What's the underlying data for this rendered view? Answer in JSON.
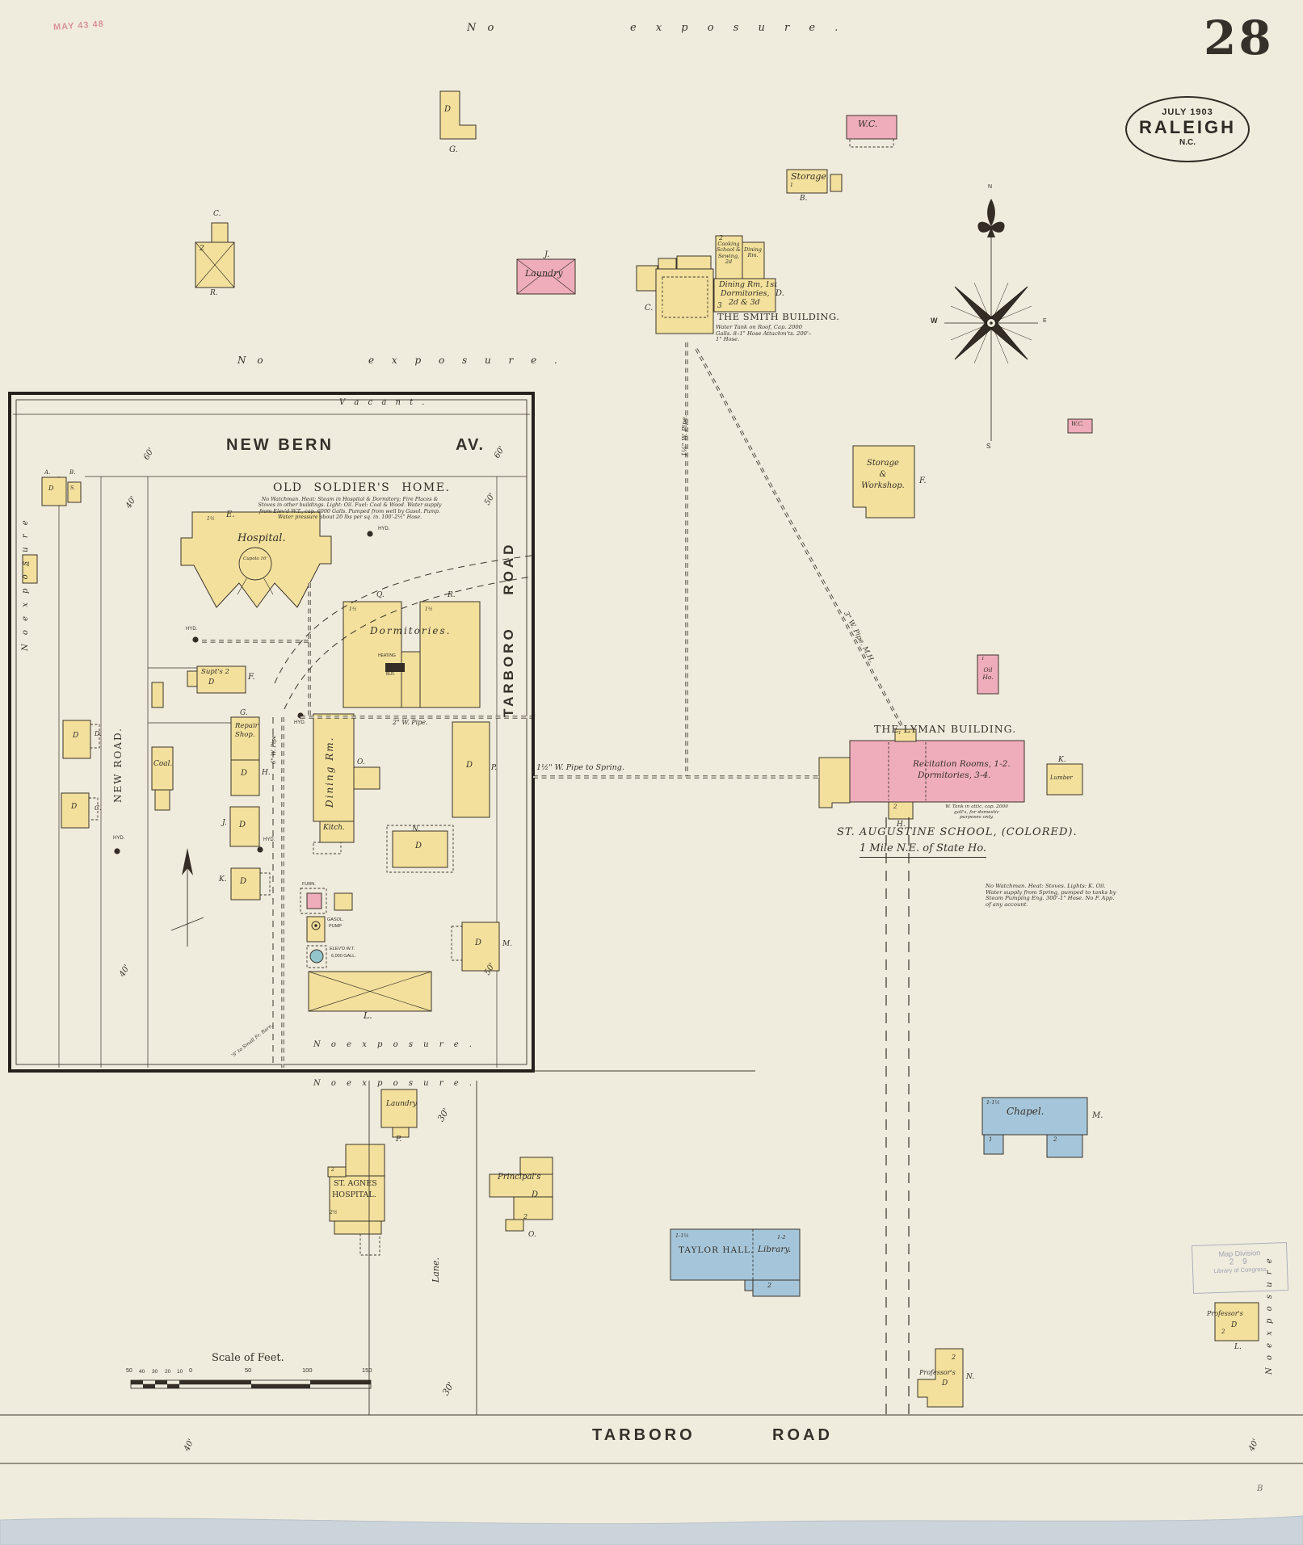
{
  "page": {
    "number": "28",
    "no1": "N o",
    "exposure1": "e x p o s u r e .",
    "no2": "N o",
    "exposure2": "e x p o s u r e .",
    "red_stamp": "MAY 43 48",
    "corner_mark": "B"
  },
  "date_stamp": {
    "line1": "JULY 1903",
    "line2": "RALEIGH",
    "line3": "N.C."
  },
  "library_stamp": {
    "line1": "Map Division",
    "line2": "2 9",
    "line3": "Library of Congress"
  },
  "compass": {
    "n": "N",
    "s": "S",
    "e": "E",
    "w": "W"
  },
  "top": {
    "d": "D",
    "g": "G.",
    "tower_c": "C.",
    "tower_2": "2",
    "tower_r": "R.",
    "wc": "W.C.",
    "storage": "Storage",
    "storage_b": "B.",
    "one": "1",
    "laundry": "Laundry",
    "laundry_j": "J."
  },
  "smith": {
    "two": "2",
    "cooking": "Cooking School & Sewing, 2d",
    "dining": "Dining Rm.",
    "main1": "Dining Rm, 1st",
    "main2": "Dormitories,",
    "main3": "2d & 3d",
    "three": "3",
    "d": "D.",
    "c": "C.",
    "title": "THE SMITH BUILDING.",
    "note": "Water Tank on Roof, Cap. 2000 Galls. 8–1\" Hose Attachm'ts. 200'–1\" Hose."
  },
  "mid": {
    "sw1": "Storage",
    "sw2": "&",
    "sw3": "Workshop.",
    "sw_f": "F.",
    "wc2": "W.C.",
    "oil_one": "1",
    "oil": "Oil Ho.",
    "k": "K.",
    "lumber": "Lumber"
  },
  "lyman": {
    "title": "THE LYMAN BUILDING.",
    "rooms1": "Recitation Rooms, 1-2.",
    "rooms2": "Dormitories, 3-4.",
    "two": "2",
    "h": "H.",
    "one": "1",
    "tank_note": "W. Tank in attic, cap. 2000 gall's, for domestic purposes only."
  },
  "staug": {
    "title": "ST. AUGUSTINE SCHOOL, (COLORED).",
    "subtitle": "1 Mile N.E. of State Ho.",
    "note": "No Watchman. Heat: Stoves. Lights: K. Oil. Water supply from Spring, pumped to tanks by Steam Pumping Eng. 300'-1\" Hose. No F. App. of any account."
  },
  "pipes": {
    "spring": "1½\" W. Pipe to Spring.",
    "three_w": "3\" W. Pipe. M.H.",
    "one_half": "1½\" W. Pipe.",
    "two_w": "2\" W. Pipe.",
    "six_w": "6\" W. Pipe"
  },
  "chapel": {
    "name": "Chapel.",
    "m": "M.",
    "stories": "1-1½",
    "a1": "1",
    "a2": "2"
  },
  "taylor": {
    "name": "TAYLOR HALL.",
    "library": "Library.",
    "st1": "1-1½",
    "st2": "1-2",
    "annex": "2"
  },
  "professors": {
    "name": "Professor's",
    "d": "D",
    "n": "N.",
    "l": "L.",
    "two": "2"
  },
  "agnes": {
    "noexp": "N o    e x p o s u r e .",
    "laundry": "Laundry",
    "p": "P.",
    "name1": "ST. AGNES",
    "name2": "HOSPITAL.",
    "two": "2",
    "twohalf": "2½",
    "principals": "Principal's",
    "prin_d": "D",
    "prin_two": "2",
    "prin_o": "O.",
    "lane": "Lane.",
    "thirty": "30'"
  },
  "road": {
    "tarboro": "TARBORO",
    "road": "ROAD",
    "forty": "40'",
    "noexp_right": "N o   e x p o s u r e"
  },
  "scale": {
    "title": "Scale of Feet.",
    "n1": "50",
    "n2": "40",
    "n3": "30",
    "n4": "20",
    "n5": "10",
    "n6": "0",
    "n7": "50",
    "n8": "100",
    "n9": "150"
  },
  "inset": {
    "vacant": "V a c a n t .",
    "newbern": "NEW BERN",
    "av": "AV.",
    "sixty": "60'",
    "fifty": "50'",
    "forty": "40'",
    "title": "OLD SOLDIER'S HOME.",
    "note": "No Watchman. Heat: Steam in Hospital & Dormitory; Fire Places & Stoves in other buildings. Light: Oil. Fuel: Coal & Wood. Water supply from Elev'd W.T., cap. 6000 Galls. Pumped from well by Gasol. Pump. Water pressure about 20 lbs per sq. in. 100'-2½\" Hose.",
    "tarboro_road": "TARBORO ROAD",
    "new_road": "NEW ROAD.",
    "hospital": "Hospital.",
    "e": "E.",
    "cupola": "Cupola 16'",
    "one_half": "1½",
    "hyd": "HYD.",
    "dorm": "Dormitories.",
    "q": "Q.",
    "r": "R.",
    "heating": "HEATING",
    "blr": "BLR.",
    "supt": "Supt's  2",
    "d": "D",
    "f": "F.",
    "repair1": "Repair",
    "repair2": "Shop.",
    "g": "G.",
    "h": "H.",
    "coal": "Coal.",
    "dining": "Dining  Rm.",
    "o": "O.",
    "kitch": "Kitch.",
    "n": "N.",
    "p": "P.",
    "j": "J.",
    "k": "K.",
    "m": "M.",
    "dl": "D.",
    "c": "C.",
    "a": "A.",
    "b": "B.",
    "s": "S.",
    "one": "1",
    "two": "2",
    "l": "L.",
    "barn": "'S' to Small Fr. Barn.",
    "furn": "FURN.",
    "gasol1": "GASOL.",
    "gasol2": "PUMP",
    "elev1": "ELEV'D W.T.",
    "elev2": "6,000 GALL.",
    "noexp": "N o    e x p o s u r e ."
  }
}
